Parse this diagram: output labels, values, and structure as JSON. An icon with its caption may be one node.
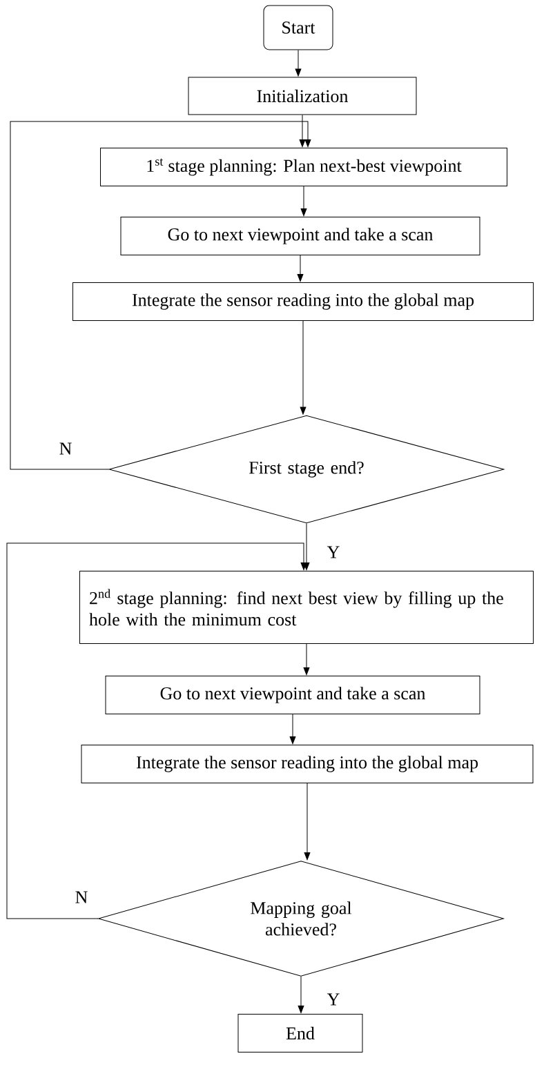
{
  "diagram": {
    "nodes": [
      {
        "text": [
          "Start"
        ]
      },
      {
        "text": [
          "Initialization"
        ]
      },
      {
        "text": [
          "1$^{st}$ stage planning: Plan next-best viewpoint"
        ]
      },
      {
        "text": [
          "Go to next viewpoint and take a scan"
        ]
      },
      {
        "text": [
          "Integrate the sensor reading into the global map"
        ]
      },
      {
        "text": [
          "First stage end?"
        ]
      },
      {
        "text": [
          "2$^{nd}$ stage planning: find next best view by filling up the hole with the minimum cost"
        ]
      },
      {
        "text": [
          "Go to next viewpoint and take a scan"
        ]
      },
      {
        "text": [
          "Integrate the sensor reading into the global map"
        ]
      },
      {
        "text": [
          "Mapping goal achieved?"
        ]
      },
      {
        "text": [
          "End"
        ]
      }
    ],
    "edges": [
      {
        "from": 0,
        "to": 1,
        "arrow": "to"
      },
      {
        "from": 1,
        "to": 2,
        "arrow": "to"
      },
      {
        "from": 2,
        "to": 3,
        "arrow": "to"
      },
      {
        "from": 3,
        "to": 4,
        "arrow": "to"
      },
      {
        "from": 4,
        "to": 5,
        "arrow": "to"
      },
      {
        "from": 5,
        "to": 2,
        "arrow": "to",
        "label": "N"
      },
      {
        "from": 5,
        "to": 6,
        "arrow": "to",
        "label": "Y"
      },
      {
        "from": 6,
        "to": 7,
        "arrow": "to"
      },
      {
        "from": 7,
        "to": 8,
        "arrow": "to"
      },
      {
        "from": 8,
        "to": 9,
        "arrow": "to"
      },
      {
        "from": 9,
        "to": 6,
        "arrow": "to",
        "label": "N"
      },
      {
        "from": 9,
        "to": 10,
        "arrow": "to",
        "label": "Y"
      }
    ]
  }
}
